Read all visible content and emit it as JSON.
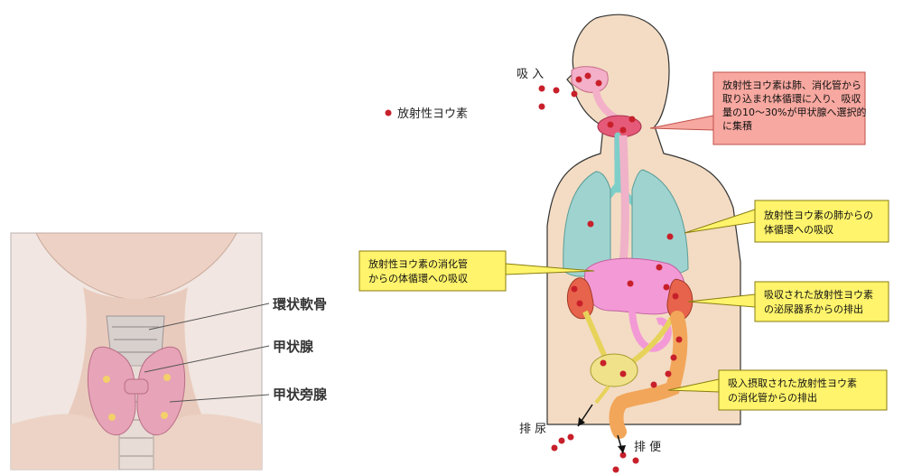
{
  "neck_labels": {
    "cricoid": "環状軟骨",
    "thyroid": "甲状腺",
    "parathyroid": "甲状旁腺"
  },
  "legend": {
    "label": "放射性ヨウ素"
  },
  "flow_labels": {
    "inhale": "吸 入",
    "urine": "排 尿",
    "feces": "排 便"
  },
  "callouts": [
    {
      "lines": [
        "放射性ヨウ素は肺、消化管から",
        "取り込まれ体循環に入り、吸収",
        "量の10～30%が甲状腺へ選択的",
        "に集積"
      ]
    },
    {
      "lines": [
        "放射性ヨウ素の肺からの",
        "体循環への吸収"
      ]
    },
    {
      "lines": [
        "放射性ヨウ素の消化管",
        "からの体循環への吸収"
      ]
    },
    {
      "lines": [
        "吸収された放射性ヨウ素",
        "の泌尿器系からの排出"
      ]
    },
    {
      "lines": [
        "吸入摂取された放射性ヨウ素",
        "の消化管からの排出"
      ]
    }
  ],
  "colors": {
    "skin": "#f3dcc3",
    "lung": "#9fd3cf",
    "organ_pink": "#f39ad6",
    "kidney": "#e8634b",
    "colon": "#f2a65a",
    "bladder": "#efe28a",
    "dot": "#c8202b",
    "callout_red": "#f7a8a0",
    "callout_yellow": "#fff46b"
  }
}
